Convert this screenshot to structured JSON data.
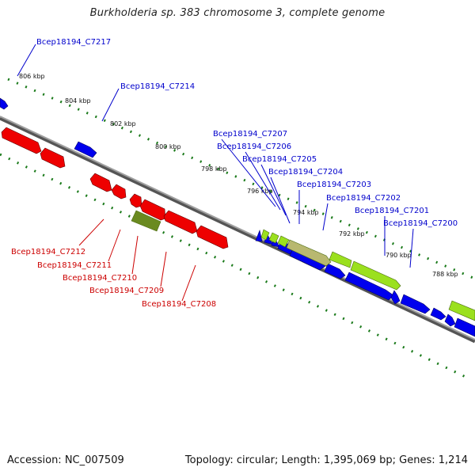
{
  "title": "Burkholderia sp. 383 chromosome 3, complete genome",
  "footer": {
    "accession": "Accession: NC_007509",
    "summary": "Topology: circular; Length: 1,395,069 bp; Genes: 1,214"
  },
  "colors": {
    "forward_gene": "#0000ee",
    "reverse_gene": "#ee0000",
    "forward_label": "#0000cc",
    "reverse_label": "#cc0000",
    "highlight_light": "#9be01e",
    "highlight_olive": "#8a9a3a",
    "backbone": "#777777",
    "tick": "#1a7a1a"
  },
  "tick_labels": [
    "806 kbp",
    "804 kbp",
    "802 kbp",
    "800 kbp",
    "798 kbp",
    "796 kbp",
    "794 kbp",
    "792 kbp",
    "790 kbp",
    "788 kbp"
  ],
  "forward_labels": [
    "Bcep18194_C7217",
    "Bcep18194_C7214",
    "Bcep18194_C7207",
    "Bcep18194_C7206",
    "Bcep18194_C7205",
    "Bcep18194_C7204",
    "Bcep18194_C7203",
    "Bcep18194_C7202",
    "Bcep18194_C7201",
    "Bcep18194_C7200"
  ],
  "reverse_labels": [
    "Bcep18194_C7212",
    "Bcep18194_C7211",
    "Bcep18194_C7210",
    "Bcep18194_C7209",
    "Bcep18194_C7208"
  ]
}
